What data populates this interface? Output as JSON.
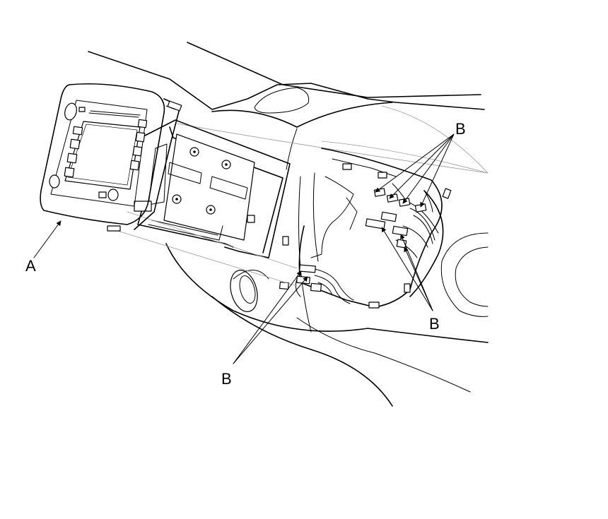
{
  "labels": {
    "unit": "A",
    "connector_upper_right": "B",
    "connector_lower_right": "B",
    "connector_lower_left": "B"
  },
  "colors": {
    "ink": "#000000",
    "background": "#ffffff",
    "construction_line": "#9a9a9a"
  }
}
